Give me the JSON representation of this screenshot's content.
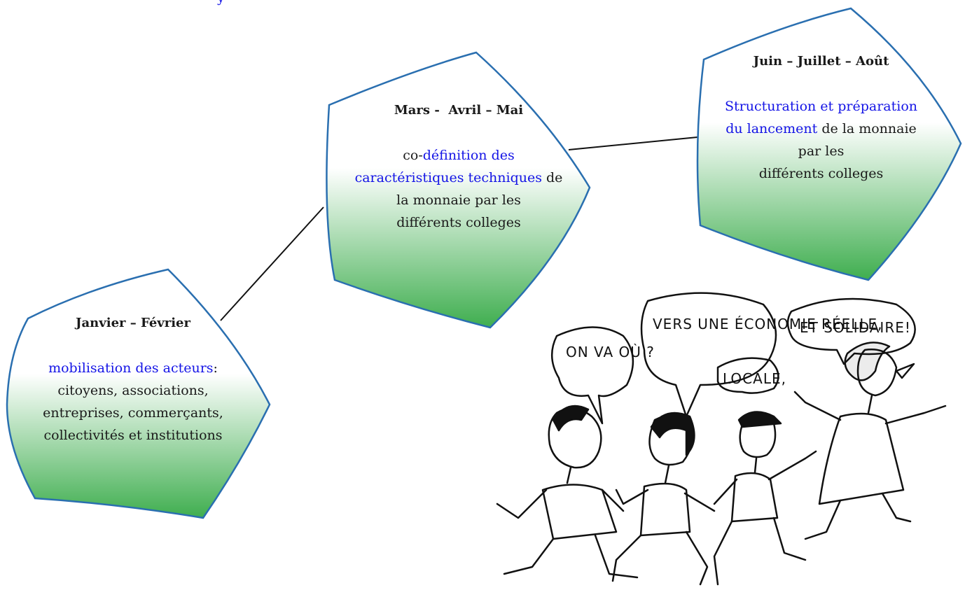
{
  "top_fragment": "y",
  "colors": {
    "border": "#2a6fb0",
    "gradient_top": "#ffffff",
    "gradient_bottom": "#3fae4f",
    "highlight": "#1414e6",
    "connector": "#111111"
  },
  "stages": [
    {
      "title": "Janvier – Février",
      "lines": [
        {
          "blue": "mobilisation des acteurs",
          "plain": ":"
        },
        {
          "plain": "citoyens, associations,"
        },
        {
          "plain": "entreprises, commerçants,"
        },
        {
          "plain": "collectivités et institutions"
        }
      ]
    },
    {
      "title": "Mars -  Avril – Mai",
      "lines": [
        {
          "plain_before": "co-",
          "blue": "définition des"
        },
        {
          "blue": "caractéristiques techniques",
          "plain": " de"
        },
        {
          "plain": "la monnaie par les"
        },
        {
          "plain": "différents colleges"
        }
      ]
    },
    {
      "title": "Juin – Juillet – Août",
      "lines": [
        {
          "blue": "Structuration et préparation"
        },
        {
          "blue": "du lancement",
          "plain": " de la monnaie"
        },
        {
          "plain": "par les"
        },
        {
          "plain": "différents colleges"
        }
      ]
    }
  ],
  "illustration": {
    "bubbles": [
      "ON VA OÙ ?",
      "VERS UNE ÉCONOMIE RÉELLE,",
      "LOCALE,",
      "ET SOLIDAIRE!"
    ]
  }
}
